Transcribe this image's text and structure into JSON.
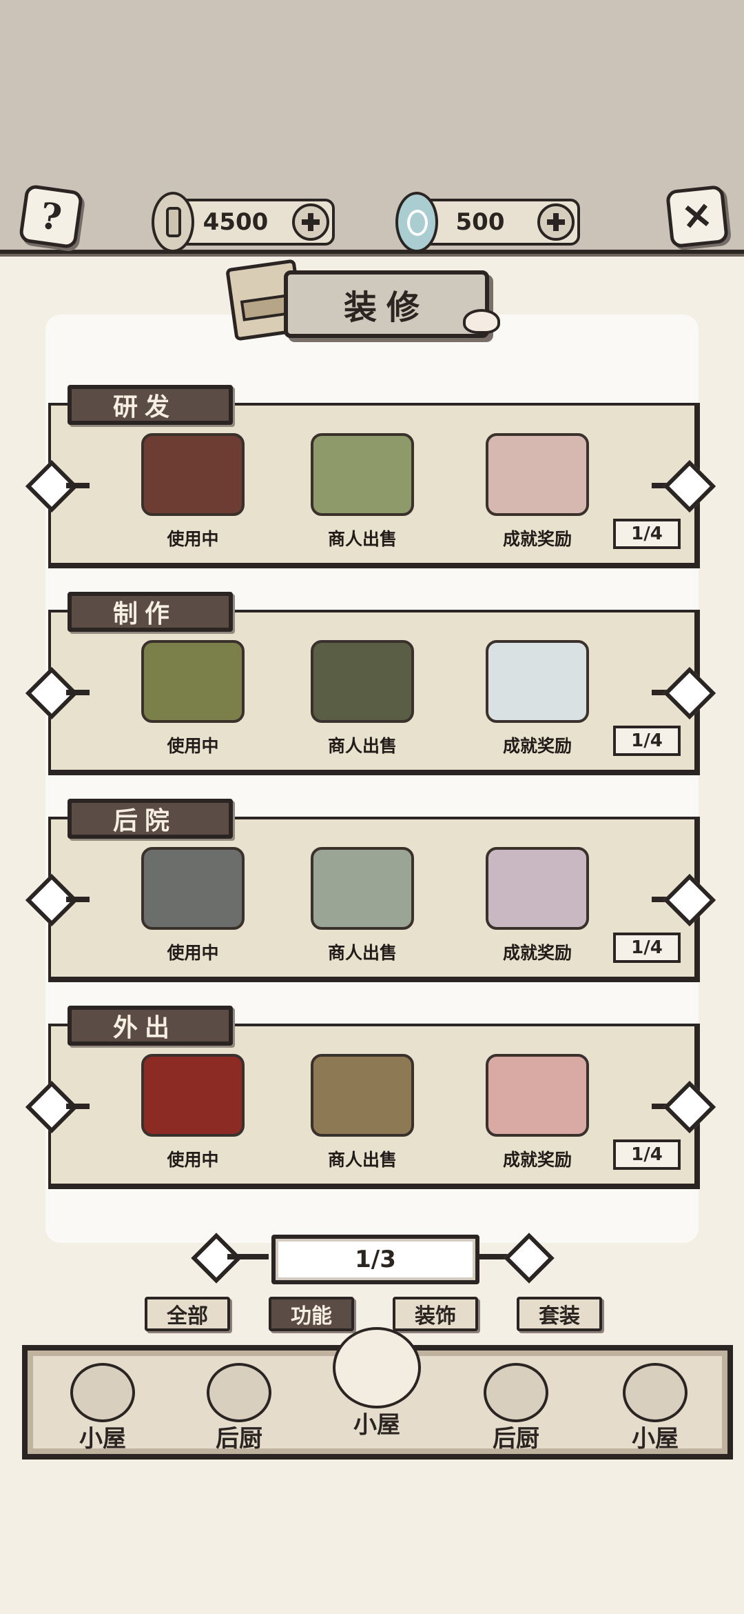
{
  "header": {
    "coin_value": "4500",
    "gem_value": "500"
  },
  "title": "装修",
  "categories": [
    {
      "label": "研发",
      "items": [
        {
          "label": "使用中",
          "icon": "cabinet-furniture",
          "color": "#6d3d33"
        },
        {
          "label": "商人出售",
          "icon": "scroll-shelf",
          "color": "#8f9a6a"
        },
        {
          "label": "成就奖励",
          "icon": "crystal-orb",
          "color": "#d7b8b1"
        }
      ],
      "counter": "1/4"
    },
    {
      "label": "制作",
      "items": [
        {
          "label": "使用中",
          "icon": "workbench",
          "color": "#7b7f4a"
        },
        {
          "label": "商人出售",
          "icon": "stall-table",
          "color": "#5a5e45"
        },
        {
          "label": "成就奖励",
          "icon": "cloud-table",
          "color": "#d9e1e2"
        }
      ],
      "counter": "1/4"
    },
    {
      "label": "后院",
      "items": [
        {
          "label": "使用中",
          "icon": "garden-pond",
          "color": "#6b6e6b"
        },
        {
          "label": "商人出售",
          "icon": "bamboo-well",
          "color": "#9aa596"
        },
        {
          "label": "成就奖励",
          "icon": "waterfall-stone",
          "color": "#c9b8c1"
        }
      ],
      "counter": "1/4"
    },
    {
      "label": "外出",
      "items": [
        {
          "label": "使用中",
          "icon": "folding-screen",
          "color": "#8b2b23"
        },
        {
          "label": "商人出售",
          "icon": "wooden-shed",
          "color": "#8d7a55"
        },
        {
          "label": "成就奖励",
          "icon": "spirit-mirror",
          "color": "#d9a9a3"
        }
      ],
      "counter": "1/4"
    }
  ],
  "pager": "1/3",
  "filters": [
    {
      "label": "全部",
      "active": false
    },
    {
      "label": "功能",
      "active": true
    },
    {
      "label": "装饰",
      "active": false
    },
    {
      "label": "套装",
      "active": false
    }
  ],
  "nav": [
    {
      "label": "小屋",
      "icon": "cottage-icon"
    },
    {
      "label": "后厨",
      "icon": "kitchen-icon"
    },
    {
      "label": "小屋",
      "icon": "cottage-icon"
    },
    {
      "label": "后厨",
      "icon": "kitchen-icon"
    },
    {
      "label": "小屋",
      "icon": "cottage-icon"
    }
  ]
}
